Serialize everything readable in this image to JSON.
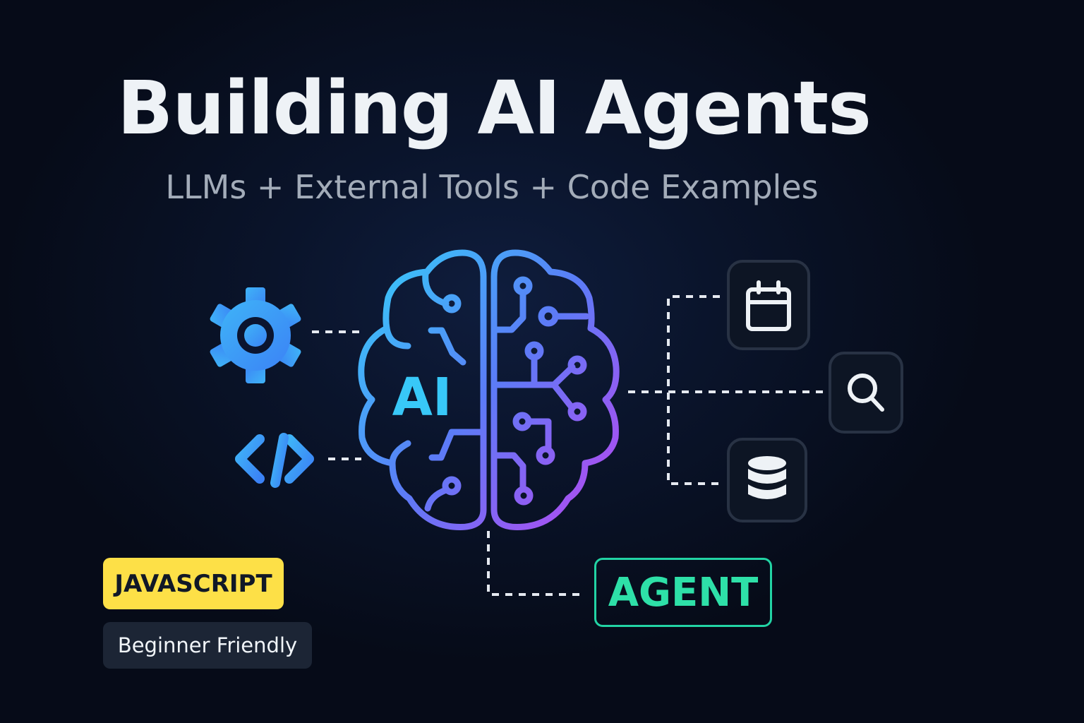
{
  "header": {
    "title": "Building AI Agents",
    "subtitle": "LLMs + External Tools + Code Examples"
  },
  "brain": {
    "label": "AI"
  },
  "left_icons": [
    "gear-icon",
    "code-icon"
  ],
  "tools": [
    "calendar-icon",
    "search-icon",
    "database-icon"
  ],
  "output": {
    "label": "AGENT"
  },
  "badges": {
    "language": "JAVASCRIPT",
    "level": "Beginner Friendly"
  },
  "colors": {
    "brain_start": "#38c8f8",
    "brain_mid": "#5b7cf7",
    "brain_end": "#b04cf0",
    "gear": "#3fa0f5",
    "agent": "#22d3a4",
    "badge_yellow": "#fde047"
  }
}
